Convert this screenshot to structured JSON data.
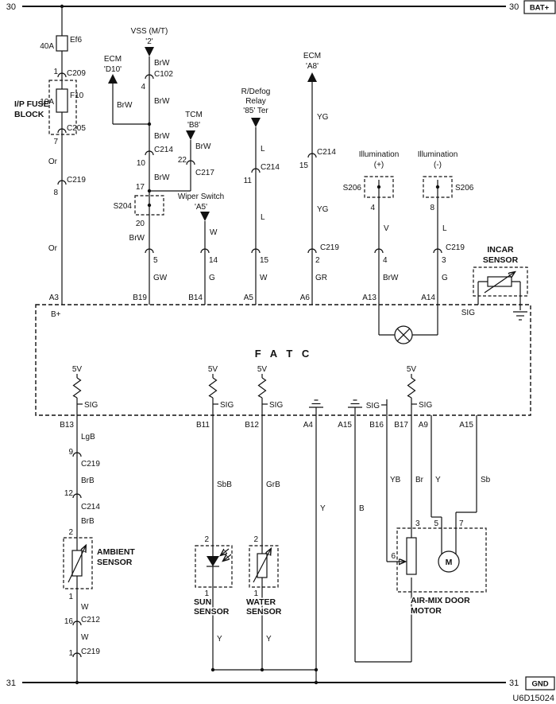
{
  "doc_id": "U6D15024",
  "rails": {
    "top_left": "30",
    "top_right": "30",
    "top_tag": "BAT+",
    "bottom_left": "31",
    "bottom_right": "31",
    "bottom_tag": "GND"
  },
  "fuse_block": {
    "name1": "I/P FUSE",
    "name2": "BLOCK",
    "fuse1": "Ef6",
    "fuse1_amp": "40A",
    "pin1": "1",
    "c209": "C209",
    "fuse2": "F10",
    "fuse2_amp": "10A",
    "c205": "C205",
    "pin7": "7",
    "wire1": "Or",
    "c219": "C219",
    "pin8": "8",
    "wire2": "Or",
    "term": "A3",
    "fatc_term": "B+"
  },
  "vss": {
    "name": "VSS (M/T)",
    "pin": "'2'",
    "w1": "BrW",
    "c102": "C102",
    "c102_pin": "4",
    "w2": "BrW",
    "w3": "BrW",
    "c214": "C214",
    "c214_pin": "10",
    "w4": "BrW",
    "s204_in": "17",
    "s204": "S204",
    "s204_out": "20",
    "w5": "BrW",
    "row_pin": "5",
    "w6": "GW",
    "term": "B19"
  },
  "ecm_d10": {
    "name": "ECM",
    "pin": "'D10'",
    "wire": "BrW"
  },
  "tcm": {
    "name": "TCM",
    "pin": "'B8'",
    "wire": "BrW",
    "c217_pin": "22",
    "c217": "C217"
  },
  "wiper": {
    "name": "Wiper Switch",
    "pin": "'A5'",
    "wire": "W",
    "row_pin": "14",
    "w2": "G",
    "term": "B14"
  },
  "defog": {
    "name1": "R/Defog",
    "name2": "Relay",
    "name3": "'85' Ter",
    "w1": "L",
    "c214": "C214",
    "c214_pin": "11",
    "w2": "L",
    "row_pin": "15",
    "w3": "W",
    "term": "A5"
  },
  "ecm_a8": {
    "name": "ECM",
    "pin": "'A8'",
    "w1": "YG",
    "c214": "C214",
    "c214_pin": "15",
    "w2": "YG",
    "row_pin": "2",
    "c219": "C219",
    "w3": "GR",
    "term": "A6"
  },
  "illum_plus": {
    "name": "Illumination",
    "sign": "(+)",
    "s206": "S206",
    "pin": "4",
    "w1": "V",
    "row_pin": "4",
    "w2": "BrW",
    "term": "A13"
  },
  "illum_minus": {
    "name": "Illumination",
    "sign": "(-)",
    "s206": "S206",
    "pin": "8",
    "w1": "L",
    "row_pin": "3",
    "c219": "C219",
    "w2": "G",
    "term": "A14"
  },
  "incar": {
    "name1": "INCAR",
    "name2": "SENSOR",
    "sig": "SIG"
  },
  "fatc": {
    "title": "F A T C",
    "b13_5v": "5V",
    "b13_sig": "SIG",
    "b13": "B13",
    "b11_5v": "5V",
    "b11_sig": "SIG",
    "b11": "B11",
    "b12_5v": "5V",
    "b12_sig": "SIG",
    "b12": "B12",
    "a4": "A4",
    "a15a": "A15",
    "b16_sig": "SIG",
    "b16": "B16",
    "b17_5v": "5V",
    "b17_sig": "SIG",
    "b17": "B17",
    "a9": "A9",
    "a15b": "A15"
  },
  "ambient": {
    "w1": "LgB",
    "pin9": "9",
    "c219a": "C219",
    "w2": "BrB",
    "pin12": "12",
    "c214": "C214",
    "w3": "BrB",
    "pin2": "2",
    "name1": "AMBIENT",
    "name2": "SENSOR",
    "pin1": "1",
    "w4": "W",
    "pin16": "16",
    "c212": "C212",
    "w5": "W",
    "pin1b": "1",
    "c219b": "C219"
  },
  "sun": {
    "w1": "SbB",
    "pin2": "2",
    "pin1": "1",
    "name1": "SUN",
    "name2": "SENSOR",
    "w2": "Y"
  },
  "water": {
    "w1": "GrB",
    "pin2": "2",
    "pin1": "1",
    "name1": "WATER",
    "name2": "SENSOR",
    "w2": "Y"
  },
  "a4_wire": {
    "w": "Y"
  },
  "a15_wire": {
    "w": "B"
  },
  "airmix": {
    "w_b16": "YB",
    "w_b17": "Br",
    "w_a9": "Y",
    "w_a15": "Sb",
    "pin3": "3",
    "pin5": "5",
    "pin7": "7",
    "pin6": "6",
    "motor": "M",
    "name1": "AIR-MIX DOOR",
    "name2": "MOTOR"
  }
}
